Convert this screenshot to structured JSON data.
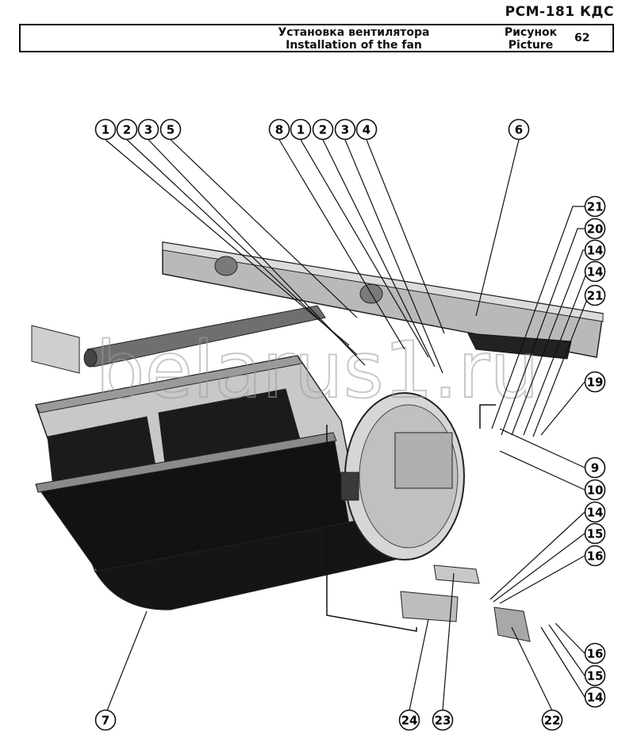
{
  "header": {
    "code": "РСМ-181 КДС",
    "title_ru": "Установка вентилятора",
    "title_en": "Installation of the fan",
    "picture_ru": "Рисунок",
    "picture_en": "Picture",
    "picture_number": "62"
  },
  "watermark": "belarus1.ru",
  "callouts": [
    "1",
    "2",
    "3",
    "5",
    "8",
    "1",
    "2",
    "3",
    "4",
    "6",
    "21",
    "20",
    "14",
    "14",
    "21",
    "19",
    "9",
    "10",
    "14",
    "15",
    "16",
    "16",
    "15",
    "14",
    "7",
    "24",
    "23",
    "22"
  ]
}
